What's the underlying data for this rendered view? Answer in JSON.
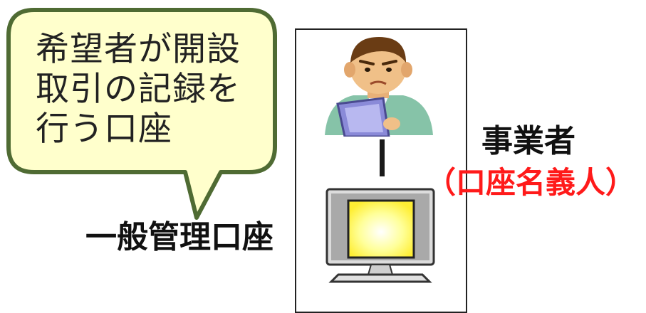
{
  "callout": {
    "text": "希望者が開設\n取引の記録を\n行う口座"
  },
  "account_label": "一般管理口座",
  "operator": {
    "label": "事業者",
    "sublabel": "（口座名義人）"
  },
  "colors": {
    "callout_fill": "#ffffcc",
    "callout_border": "#4f6b33",
    "sublabel_red": "#ff1a1a",
    "monitor_screen": "#ffff66"
  },
  "icons": {
    "person": "businessman-with-laptop-icon",
    "monitor": "computer-monitor-icon"
  }
}
